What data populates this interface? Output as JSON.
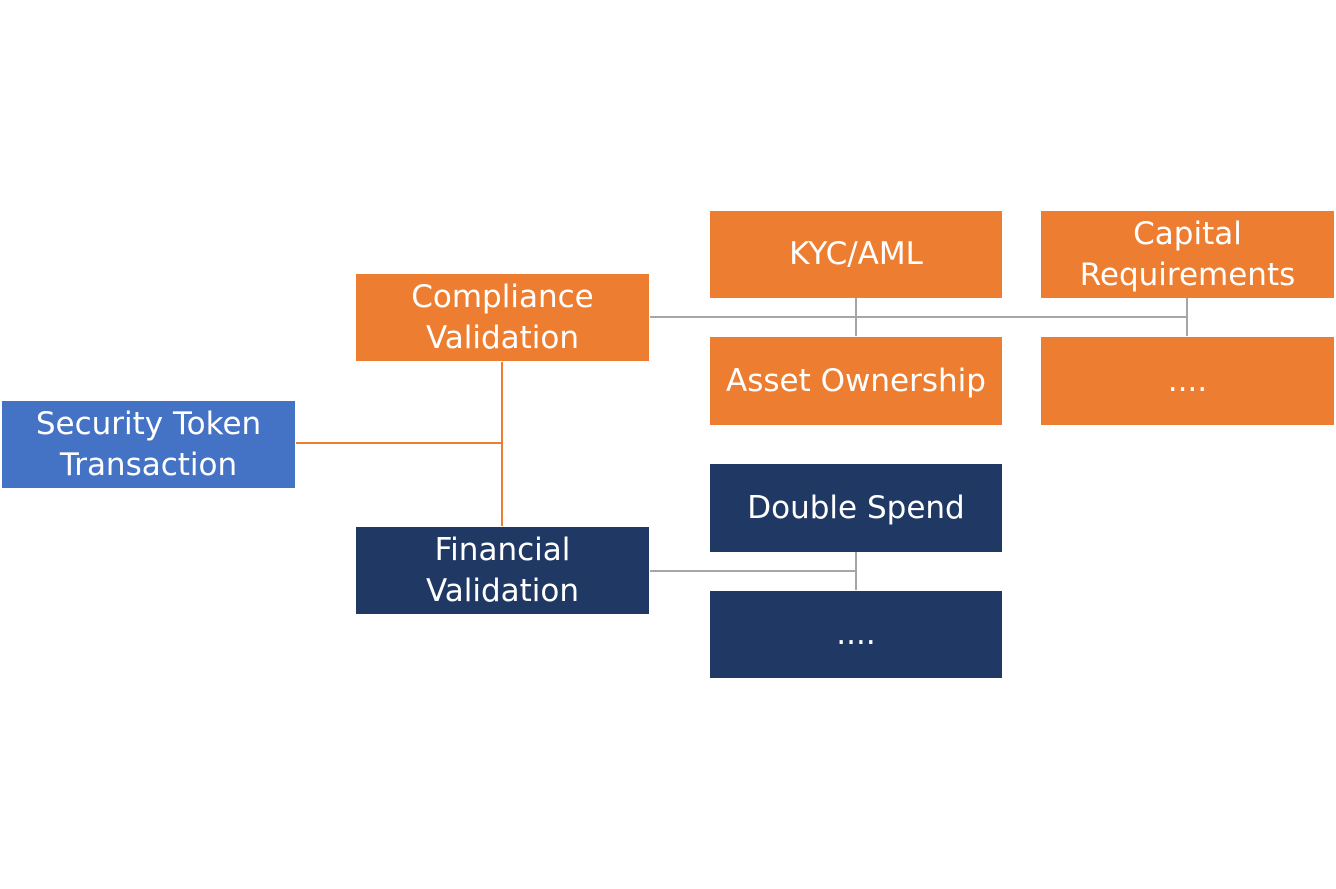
{
  "diagram": {
    "colors": {
      "root": "#4472c4",
      "compliance": "#ed7d31",
      "financial": "#203864",
      "orange_connector": "#ed7d31",
      "gray_connector": "#a6a6a6"
    },
    "root": {
      "line1": "Security Token",
      "line2": "Transaction"
    },
    "compliance": {
      "line1": "Compliance",
      "line2": "Validation"
    },
    "financial": {
      "line1": "Financial",
      "line2": "Validation"
    },
    "compliance_checks": [
      {
        "line1": "KYC/AML"
      },
      {
        "line1": "Capital",
        "line2": "Requirements"
      },
      {
        "line1": "Asset Ownership"
      },
      {
        "line1": "...."
      }
    ],
    "financial_checks": [
      {
        "line1": "Double Spend"
      },
      {
        "line1": "...."
      }
    ]
  }
}
